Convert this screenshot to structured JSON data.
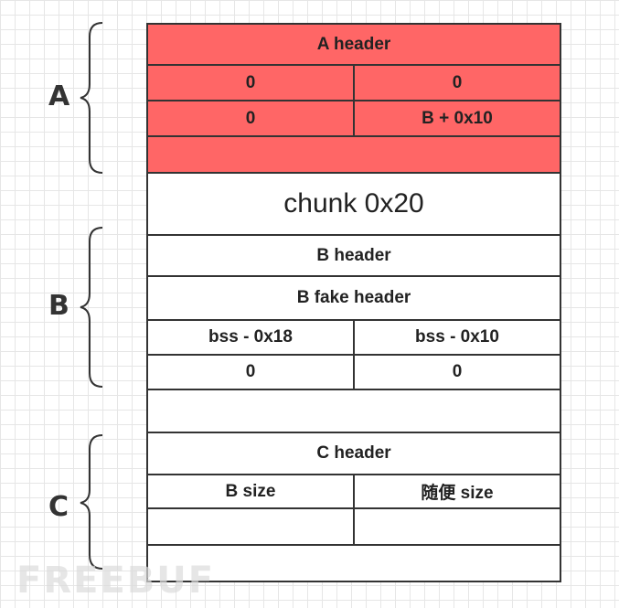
{
  "block_a": {
    "label": "A",
    "header": "A header",
    "row1": [
      "0",
      "0"
    ],
    "row2": [
      "0",
      "B + 0x10"
    ]
  },
  "chunk_label": "chunk 0x20",
  "block_b": {
    "label": "B",
    "header": "B header",
    "fake_header": "B fake header",
    "row1": [
      "bss - 0x18",
      "bss - 0x10"
    ],
    "row2": [
      "0",
      "0"
    ]
  },
  "block_c": {
    "label": "C",
    "header": "C header",
    "row1": [
      "B size",
      "随便 size"
    ]
  },
  "watermark": "FREEBUF",
  "colors": {
    "chunk_a_fill": "#ff6666",
    "border": "#333333"
  }
}
